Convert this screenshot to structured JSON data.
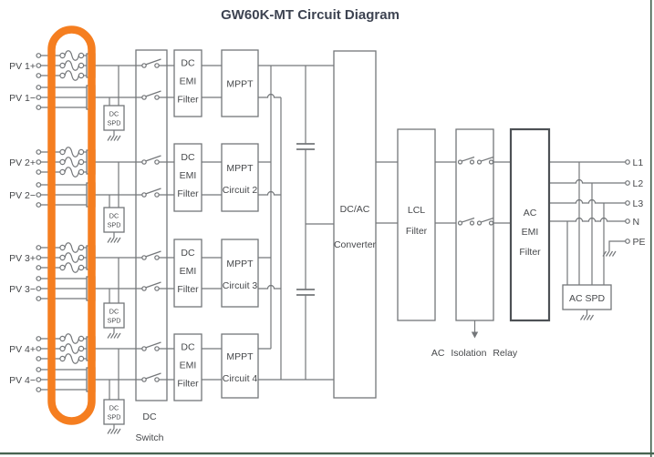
{
  "title": "GW60K-MT Circuit Diagram",
  "pv": {
    "groups": [
      {
        "plus": "PV 1+",
        "minus": "PV 1−"
      },
      {
        "plus": "PV 2+",
        "minus": "PV 2−"
      },
      {
        "plus": "PV 3+",
        "minus": "PV 3−"
      },
      {
        "plus": "PV 4+",
        "minus": "PV 4−"
      }
    ]
  },
  "blocks": {
    "dc_spd": {
      "line1": "DC",
      "line2": "SPD"
    },
    "dc_switch": {
      "line1": "DC",
      "line2": "Switch"
    },
    "dc_emi": {
      "line1": "DC",
      "line2": "EMI",
      "line3": "Filter"
    },
    "mppt": {
      "m1": "MPPT",
      "m2a": "MPPT",
      "m2b": "Circuit 2",
      "m3a": "MPPT",
      "m3b": "Circuit 3",
      "m4a": "MPPT",
      "m4b": "Circuit 4"
    },
    "dcac": {
      "line1": "DC/AC",
      "line2": "Converter"
    },
    "lcl": {
      "line1": "LCL",
      "line2": "Filter"
    },
    "relay": {
      "label": "AC Isolation Relay"
    },
    "ac_emi": {
      "line1": "AC",
      "line2": "EMI",
      "line3": "Filter"
    },
    "ac_spd": {
      "label": "AC SPD"
    }
  },
  "outputs": {
    "l1": "L1",
    "l2": "L2",
    "l3": "L3",
    "n": "N",
    "pe": "PE"
  },
  "colors": {
    "wire": "#74777a",
    "text": "#46484b",
    "title": "#3d4351",
    "highlight_oval": "#f57e20",
    "page_border": "#466350"
  }
}
